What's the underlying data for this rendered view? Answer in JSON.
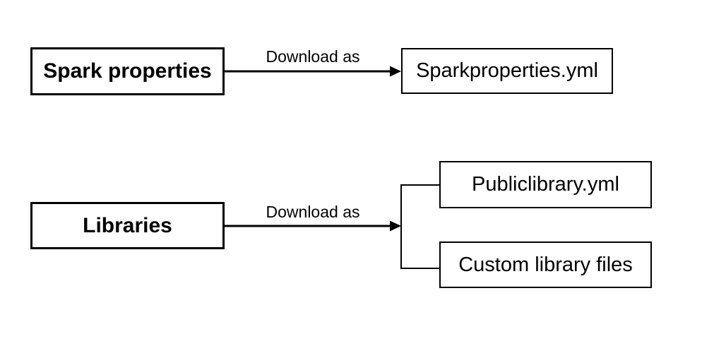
{
  "diagram": {
    "background_color": "#ffffff",
    "line_color": "#000000",
    "box_border_color": "#000000",
    "text_color": "#000000",
    "flows": [
      {
        "source": {
          "label": "Spark properties"
        },
        "arrow_label": "Download as",
        "targets": [
          {
            "label": "Sparkproperties.yml"
          }
        ]
      },
      {
        "source": {
          "label": "Libraries"
        },
        "arrow_label": "Download as",
        "targets": [
          {
            "label": "Publiclibrary.yml"
          },
          {
            "label": "Custom library files"
          }
        ]
      }
    ]
  }
}
